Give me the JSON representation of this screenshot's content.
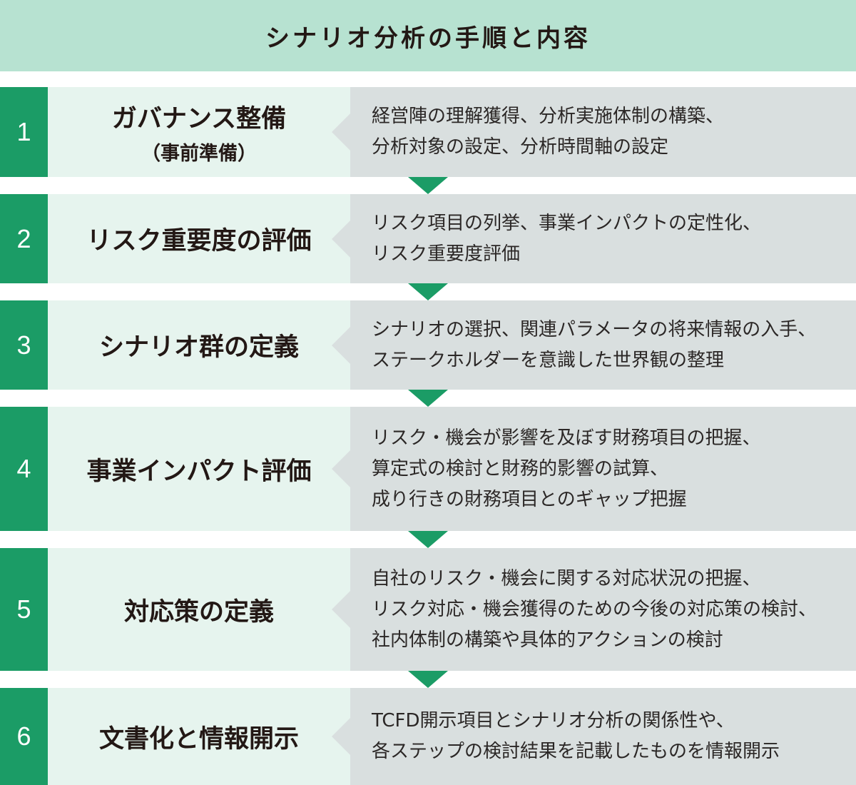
{
  "header": {
    "title": "シナリオ分析の手順と内容"
  },
  "colors": {
    "header_bg": "#b7e2d1",
    "step_number_bg": "#1b9c66",
    "step_title_bg": "#e6f4ee",
    "step_desc_bg": "#d9dfdf",
    "arrow": "#1b9c66",
    "text": "#231815"
  },
  "steps": [
    {
      "number": "1",
      "title": "ガバナンス整備",
      "subtitle": "（事前準備）",
      "desc": [
        "経営陣の理解獲得、分析実施体制の構築、",
        "分析対象の設定、分析時間軸の設定"
      ]
    },
    {
      "number": "2",
      "title": "リスク重要度の評価",
      "desc": [
        "リスク項目の列挙、事業インパクトの定性化、",
        "リスク重要度評価"
      ]
    },
    {
      "number": "3",
      "title": "シナリオ群の定義",
      "desc": [
        "シナリオの選択、関連パラメータの将来情報の入手、",
        "ステークホルダーを意識した世界観の整理"
      ]
    },
    {
      "number": "4",
      "title": "事業インパクト評価",
      "desc": [
        "リスク・機会が影響を及ぼす財務項目の把握、",
        "算定式の検討と財務的影響の試算、",
        "成り行きの財務項目とのギャップ把握"
      ]
    },
    {
      "number": "5",
      "title": "対応策の定義",
      "desc": [
        "自社のリスク・機会に関する対応状況の把握、",
        "リスク対応・機会獲得のための今後の対応策の検討、",
        "社内体制の構築や具体的アクションの検討"
      ]
    },
    {
      "number": "6",
      "title": "文書化と情報開示",
      "desc": [
        "TCFD開示項目とシナリオ分析の関係性や、",
        "各ステップの検討結果を記載したものを情報開示"
      ]
    }
  ]
}
